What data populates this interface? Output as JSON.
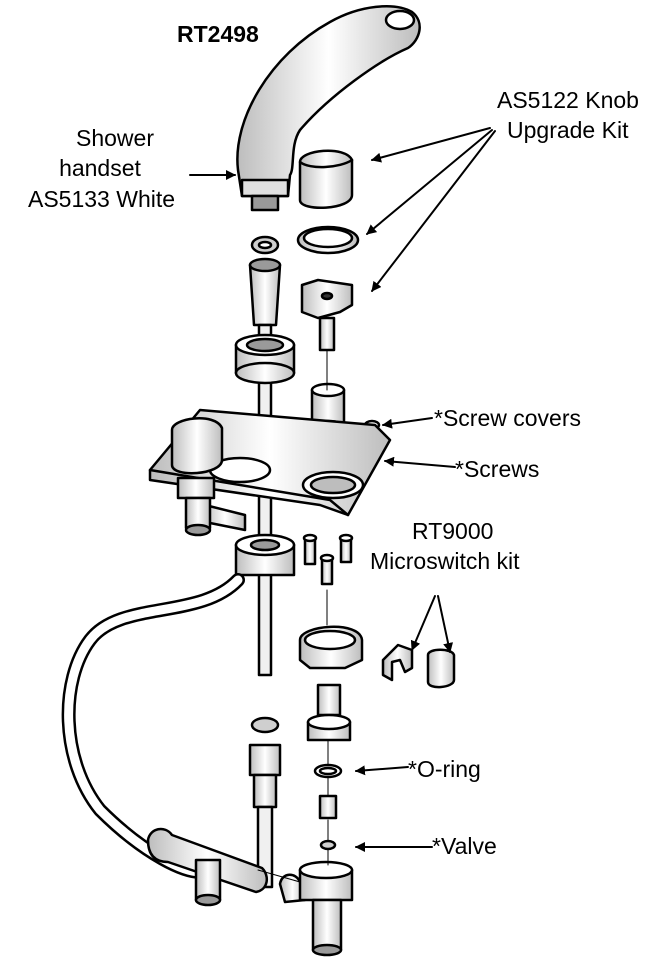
{
  "title": "RT2498",
  "labels": {
    "shower_line1": "Shower",
    "shower_line2": "handset",
    "shower_line3": "AS5133 White",
    "knob_line1": "AS5122 Knob",
    "knob_line2": "Upgrade Kit",
    "screw_covers": "*Screw covers",
    "screws": "*Screws",
    "micro_line1": "RT9000",
    "micro_line2": "Microswitch kit",
    "oring": "*O-ring",
    "valve": "*Valve"
  },
  "colors": {
    "line": "#000000",
    "fill": "#ffffff",
    "shade": "#d9d9d9",
    "dark": "#8c8c8c"
  }
}
